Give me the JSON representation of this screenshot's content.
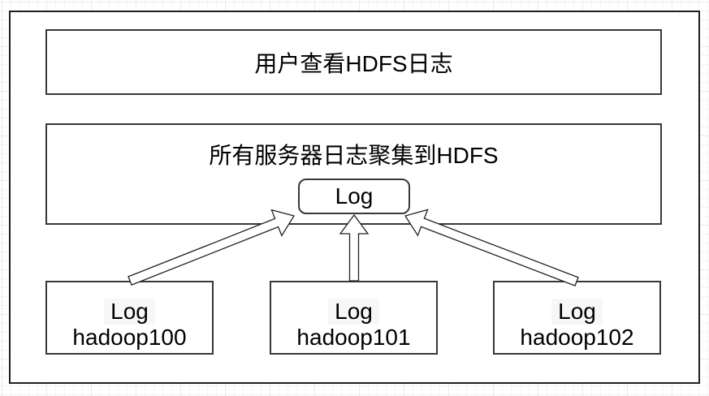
{
  "diagram": {
    "top_box": {
      "label": "用户查看HDFS日志"
    },
    "middle_box": {
      "label": "所有服务器日志聚集到HDFS"
    },
    "log_box": {
      "label": "Log"
    },
    "server_boxes": [
      {
        "line1": "Log",
        "line2": "hadoop100"
      },
      {
        "line1": "Log",
        "line2": "hadoop101"
      },
      {
        "line1": "Log",
        "line2": "hadoop102"
      }
    ],
    "edges": [
      {
        "from": "hadoop100",
        "to": "Log"
      },
      {
        "from": "hadoop101",
        "to": "Log"
      },
      {
        "from": "hadoop102",
        "to": "Log"
      }
    ]
  },
  "colors": {
    "background": "#ffffff",
    "grid_minor": "#f4f4f4",
    "grid_major": "#eaeaea",
    "shape_fill": "#ffffff",
    "shape_stroke": "#383838",
    "outer_stroke": "#1f1f1f",
    "text": "#000000"
  }
}
